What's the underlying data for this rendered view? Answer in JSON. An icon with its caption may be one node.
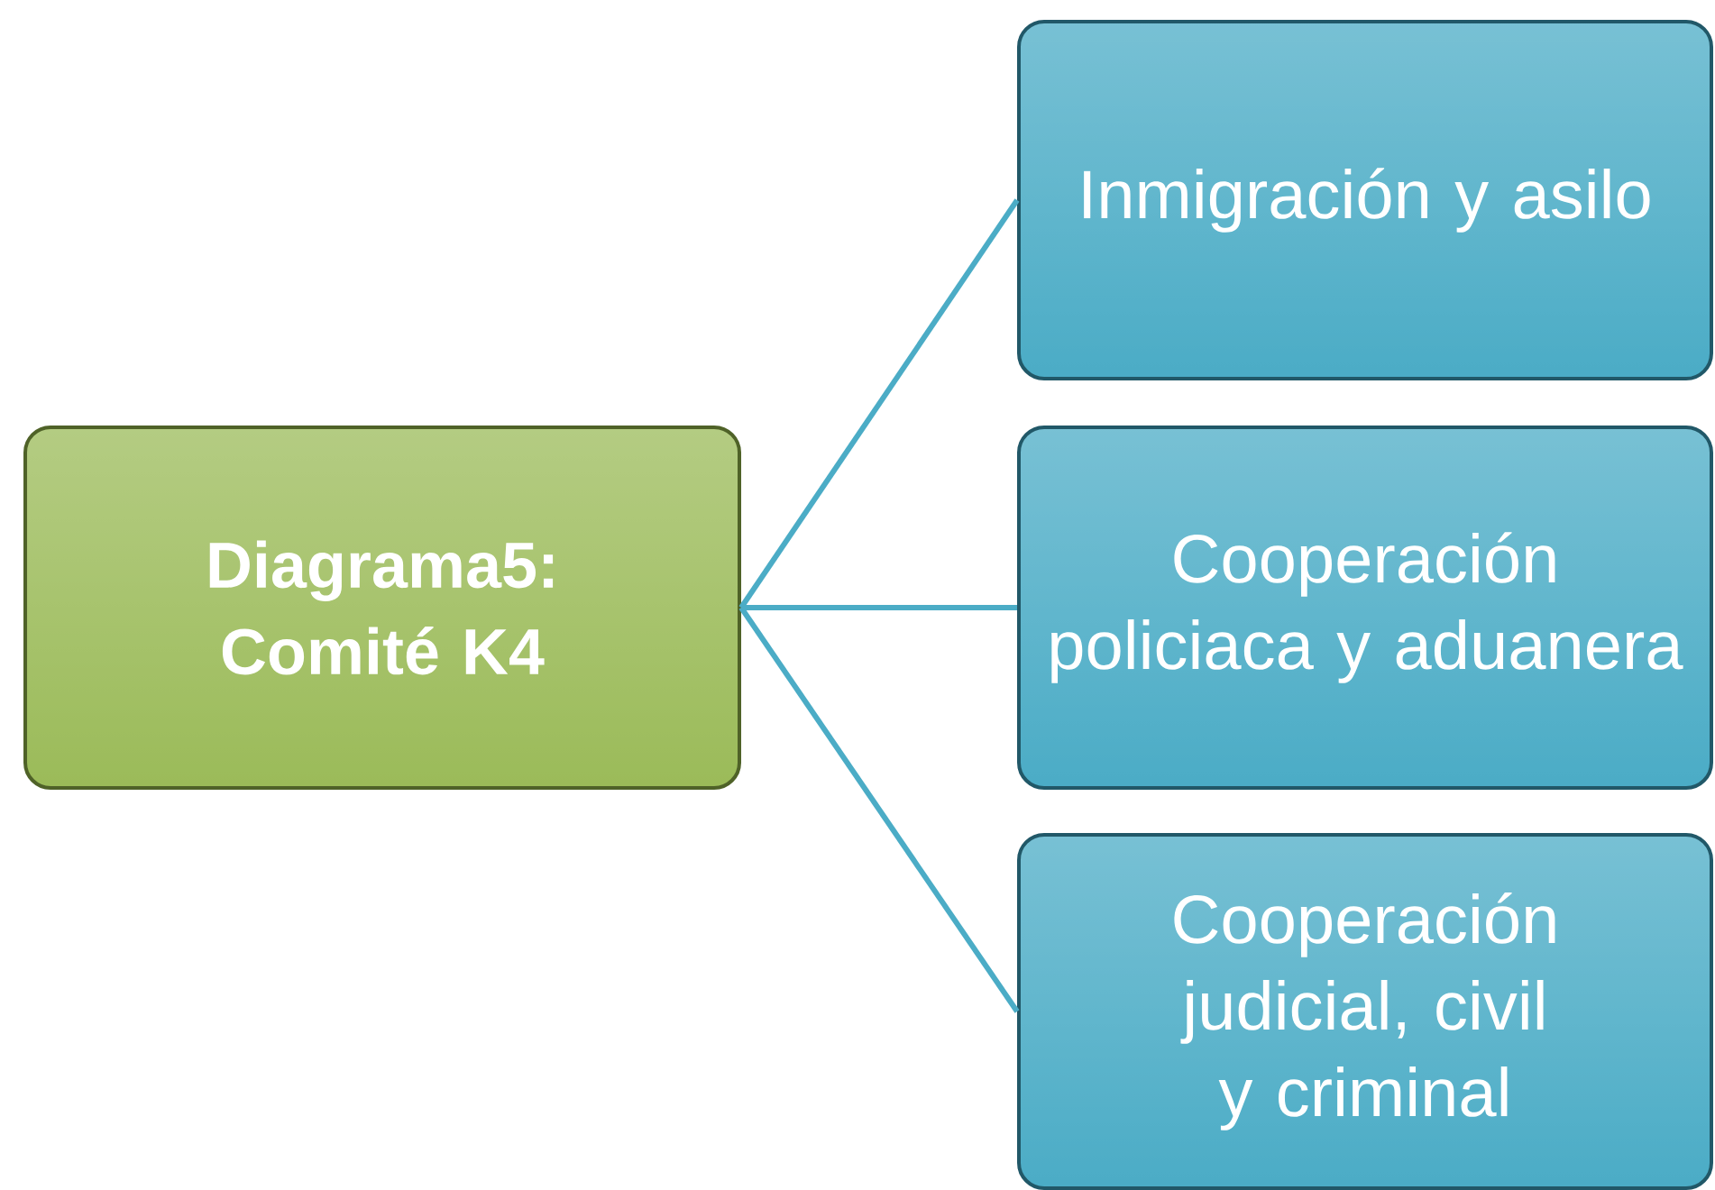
{
  "diagram": {
    "nodes": [
      {
        "text": [
          "Diagrama5: Comité K4"
        ]
      },
      {
        "text": [
          "Inmigración y asilo"
        ]
      },
      {
        "text": [
          "Cooperación policiaca y aduanera"
        ]
      },
      {
        "text": [
          "Cooperación judicial, civil y criminal"
        ]
      }
    ],
    "edges": [
      {
        "from": 0,
        "to": 1,
        "arrow": "none"
      },
      {
        "from": 0,
        "to": 2,
        "arrow": "none"
      },
      {
        "from": 0,
        "to": 3,
        "arrow": "none"
      }
    ]
  }
}
